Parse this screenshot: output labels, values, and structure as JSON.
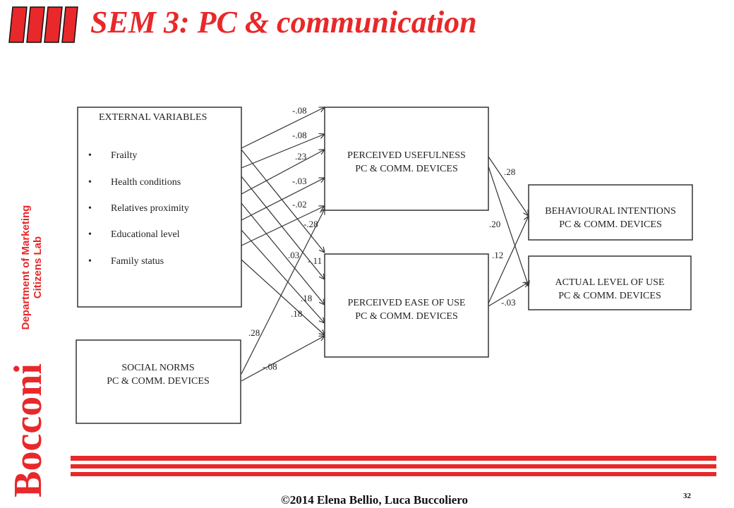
{
  "header": {
    "title": "SEM 3: PC & communication"
  },
  "sidebar": {
    "dept_line1": "Department of Marketing",
    "dept_line2": "Citizens Lab",
    "logo_text": "Bocconi"
  },
  "diagram": {
    "external_box": {
      "title": "EXTERNAL VARIABLES",
      "items": [
        "Frailty",
        "Health conditions",
        "Relatives proximity",
        "Educational level",
        "Family status"
      ],
      "bullet": "•"
    },
    "social_box": {
      "line1": "SOCIAL NORMS",
      "line2": "PC & COMM. DEVICES"
    },
    "usefulness_box": {
      "line1": "PERCEIVED USEFULNESS",
      "line2": "PC & COMM. DEVICES"
    },
    "ease_box": {
      "line1": "PERCEIVED EASE OF USE",
      "line2": "PC & COMM. DEVICES"
    },
    "intentions_box": {
      "line1": "BEHAVIOURAL INTENTIONS",
      "line2": "PC & COMM. DEVICES"
    },
    "actual_box": {
      "line1": "ACTUAL LEVEL OF USE",
      "line2": "PC & COMM. DEVICES"
    },
    "coefficients": {
      "ext_pu_1": "-.08",
      "ext_pu_2": "-.08",
      "ext_pu_3": ".23",
      "ext_pu_4": "-.03",
      "ext_pu_5": "-.02",
      "ext_peou_1": "-.11",
      "ext_peou_2": ".18",
      "ext_peou_3": ".18",
      "sn_pu": ".28",
      "sn_peou": "-.08",
      "ext_peou_4": ".03",
      "ext_peou_5": "-.28",
      "pu_bi": ".28",
      "pu_alu": ".20",
      "peou_bi": ".12",
      "peou_alu": "-.03"
    }
  },
  "footer": {
    "copyright": "©2014  Elena Bellio, Luca Buccoliero",
    "page_number": "32"
  },
  "colors": {
    "accent": "#e8282a",
    "line": "#333333"
  }
}
